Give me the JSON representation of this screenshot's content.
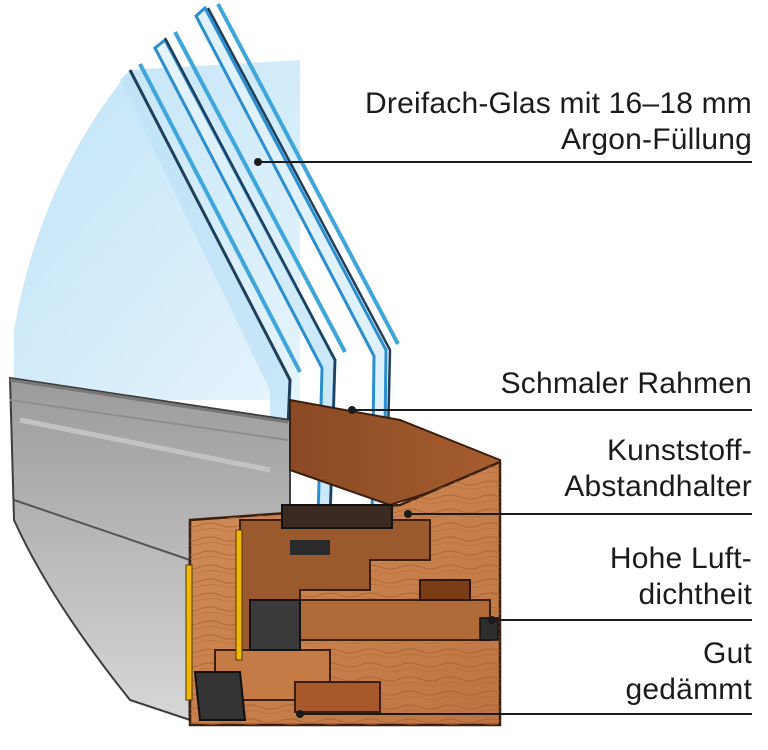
{
  "callouts": {
    "glass": {
      "line1": "Dreifach-Glas mit 16–18 mm",
      "line2": "Argon-Füllung"
    },
    "frame": {
      "line1": "Schmaler Rahmen"
    },
    "spacer": {
      "line1": "Kunststoff-",
      "line2": "Abstandhalter"
    },
    "airtight": {
      "line1": "Hohe Luft-",
      "line2": "dichtheit"
    },
    "insulated": {
      "line1": "Gut",
      "line2": "gedämmt"
    }
  },
  "colors": {
    "glass_light": "#d6ecf8",
    "glass_edge": "#3fa6dc",
    "wood": "#c8824f",
    "wood_dark": "#8a4a24",
    "aluminium": "#a7a7a7",
    "gasket": "#3a3a3a",
    "accent_yellow": "#f2b705",
    "leader_line": "#1b1b1b"
  }
}
